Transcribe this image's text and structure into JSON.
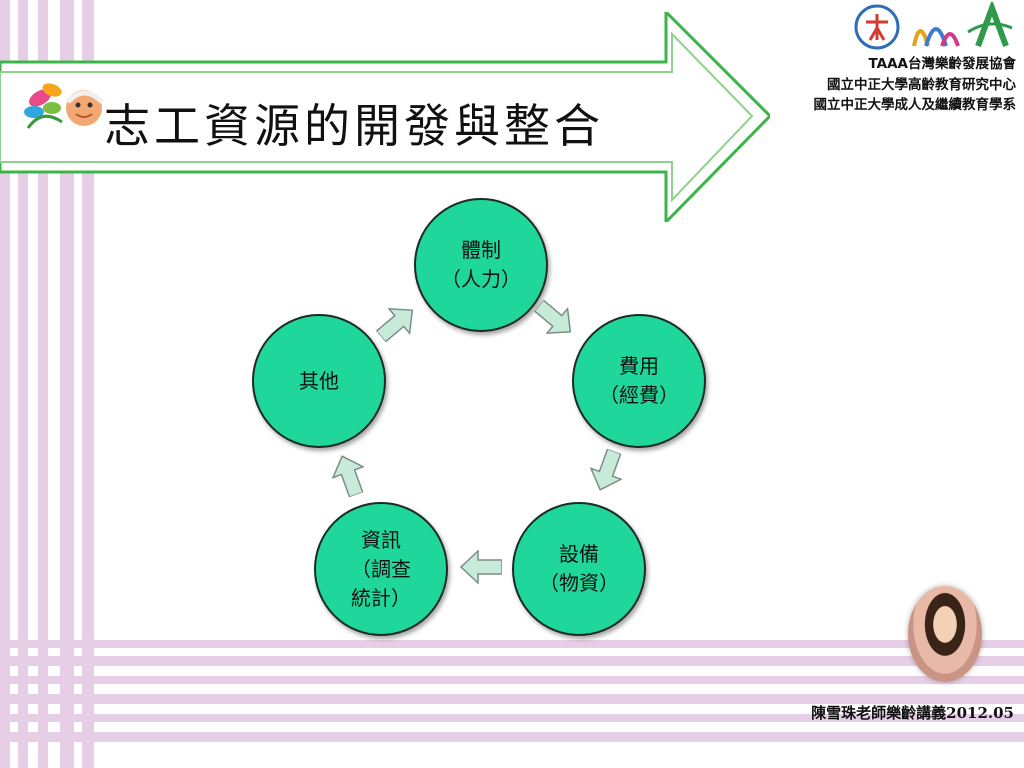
{
  "slide": {
    "title": "志工資源的開發與整合",
    "org_lines": [
      "TAAA台灣樂齡發展協會",
      "國立中正大學高齡教育研究中心",
      "國立中正大學成人及繼續教育學系"
    ],
    "footer": "陳雪珠老師樂齡講義2012.05"
  },
  "diagram": {
    "node_color": "#20d79b",
    "arrow_color": "#c8ead9",
    "nodes": [
      {
        "lines": [
          "體制",
          "（人力）"
        ]
      },
      {
        "lines": [
          "費用",
          "（經費）"
        ]
      },
      {
        "lines": [
          "設備",
          "（物資）"
        ]
      },
      {
        "lines": [
          "資訊",
          "（調查",
          "統計）"
        ]
      },
      {
        "lines": [
          "其他"
        ]
      }
    ]
  },
  "colors": {
    "stripe": "#e6cfe6",
    "banner_border": "#3cb44a",
    "banner_accent": "#8fd18f"
  },
  "icons": [
    "flower-logo-icon",
    "taaa-logo-icon",
    "institute-logo-icon",
    "speaker-photo"
  ]
}
